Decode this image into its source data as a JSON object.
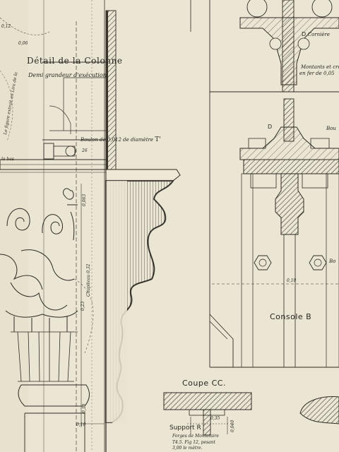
{
  "sheet": {
    "title": "Détail de la Colonne",
    "subtitle": "Demi grandeur d'exécution",
    "left_margin_note": "Le figure extrait an Lira de la",
    "base_note": "la bas",
    "small_dim": "0,12",
    "small_dim2": "0,06",
    "detail_number": "26"
  },
  "column_detail": {
    "boulon_note": "Boulon de 0,012 de diamètre",
    "boulon_mark": "T'",
    "chapiteau_dim": "Chapiteau 0,32",
    "dim_a": "0,23",
    "dim_b": "0,10",
    "dim_c": "0,063",
    "dim_d": "0,10"
  },
  "console": {
    "top_label": "Cornière",
    "top_label_letter": "D",
    "montants_note_1": "Montants et cro",
    "montants_note_2": "en fer de 0,05",
    "bolt_label_letter": "D",
    "bolt_label_right": "Bou",
    "bolt_label_right2": "Bo",
    "dim_mid": "0,10",
    "caption": "Console",
    "caption_letter": "B"
  },
  "coupe": {
    "caption": "Coupe CC.",
    "dim_a": "0,35",
    "dim_b": "0,040",
    "support_caption": "Support",
    "support_letter": "R",
    "note_1": "Forges de Montataire",
    "note_2": "T4.5. Fig 12, pesant",
    "note_3": "3,00 le mètre."
  }
}
